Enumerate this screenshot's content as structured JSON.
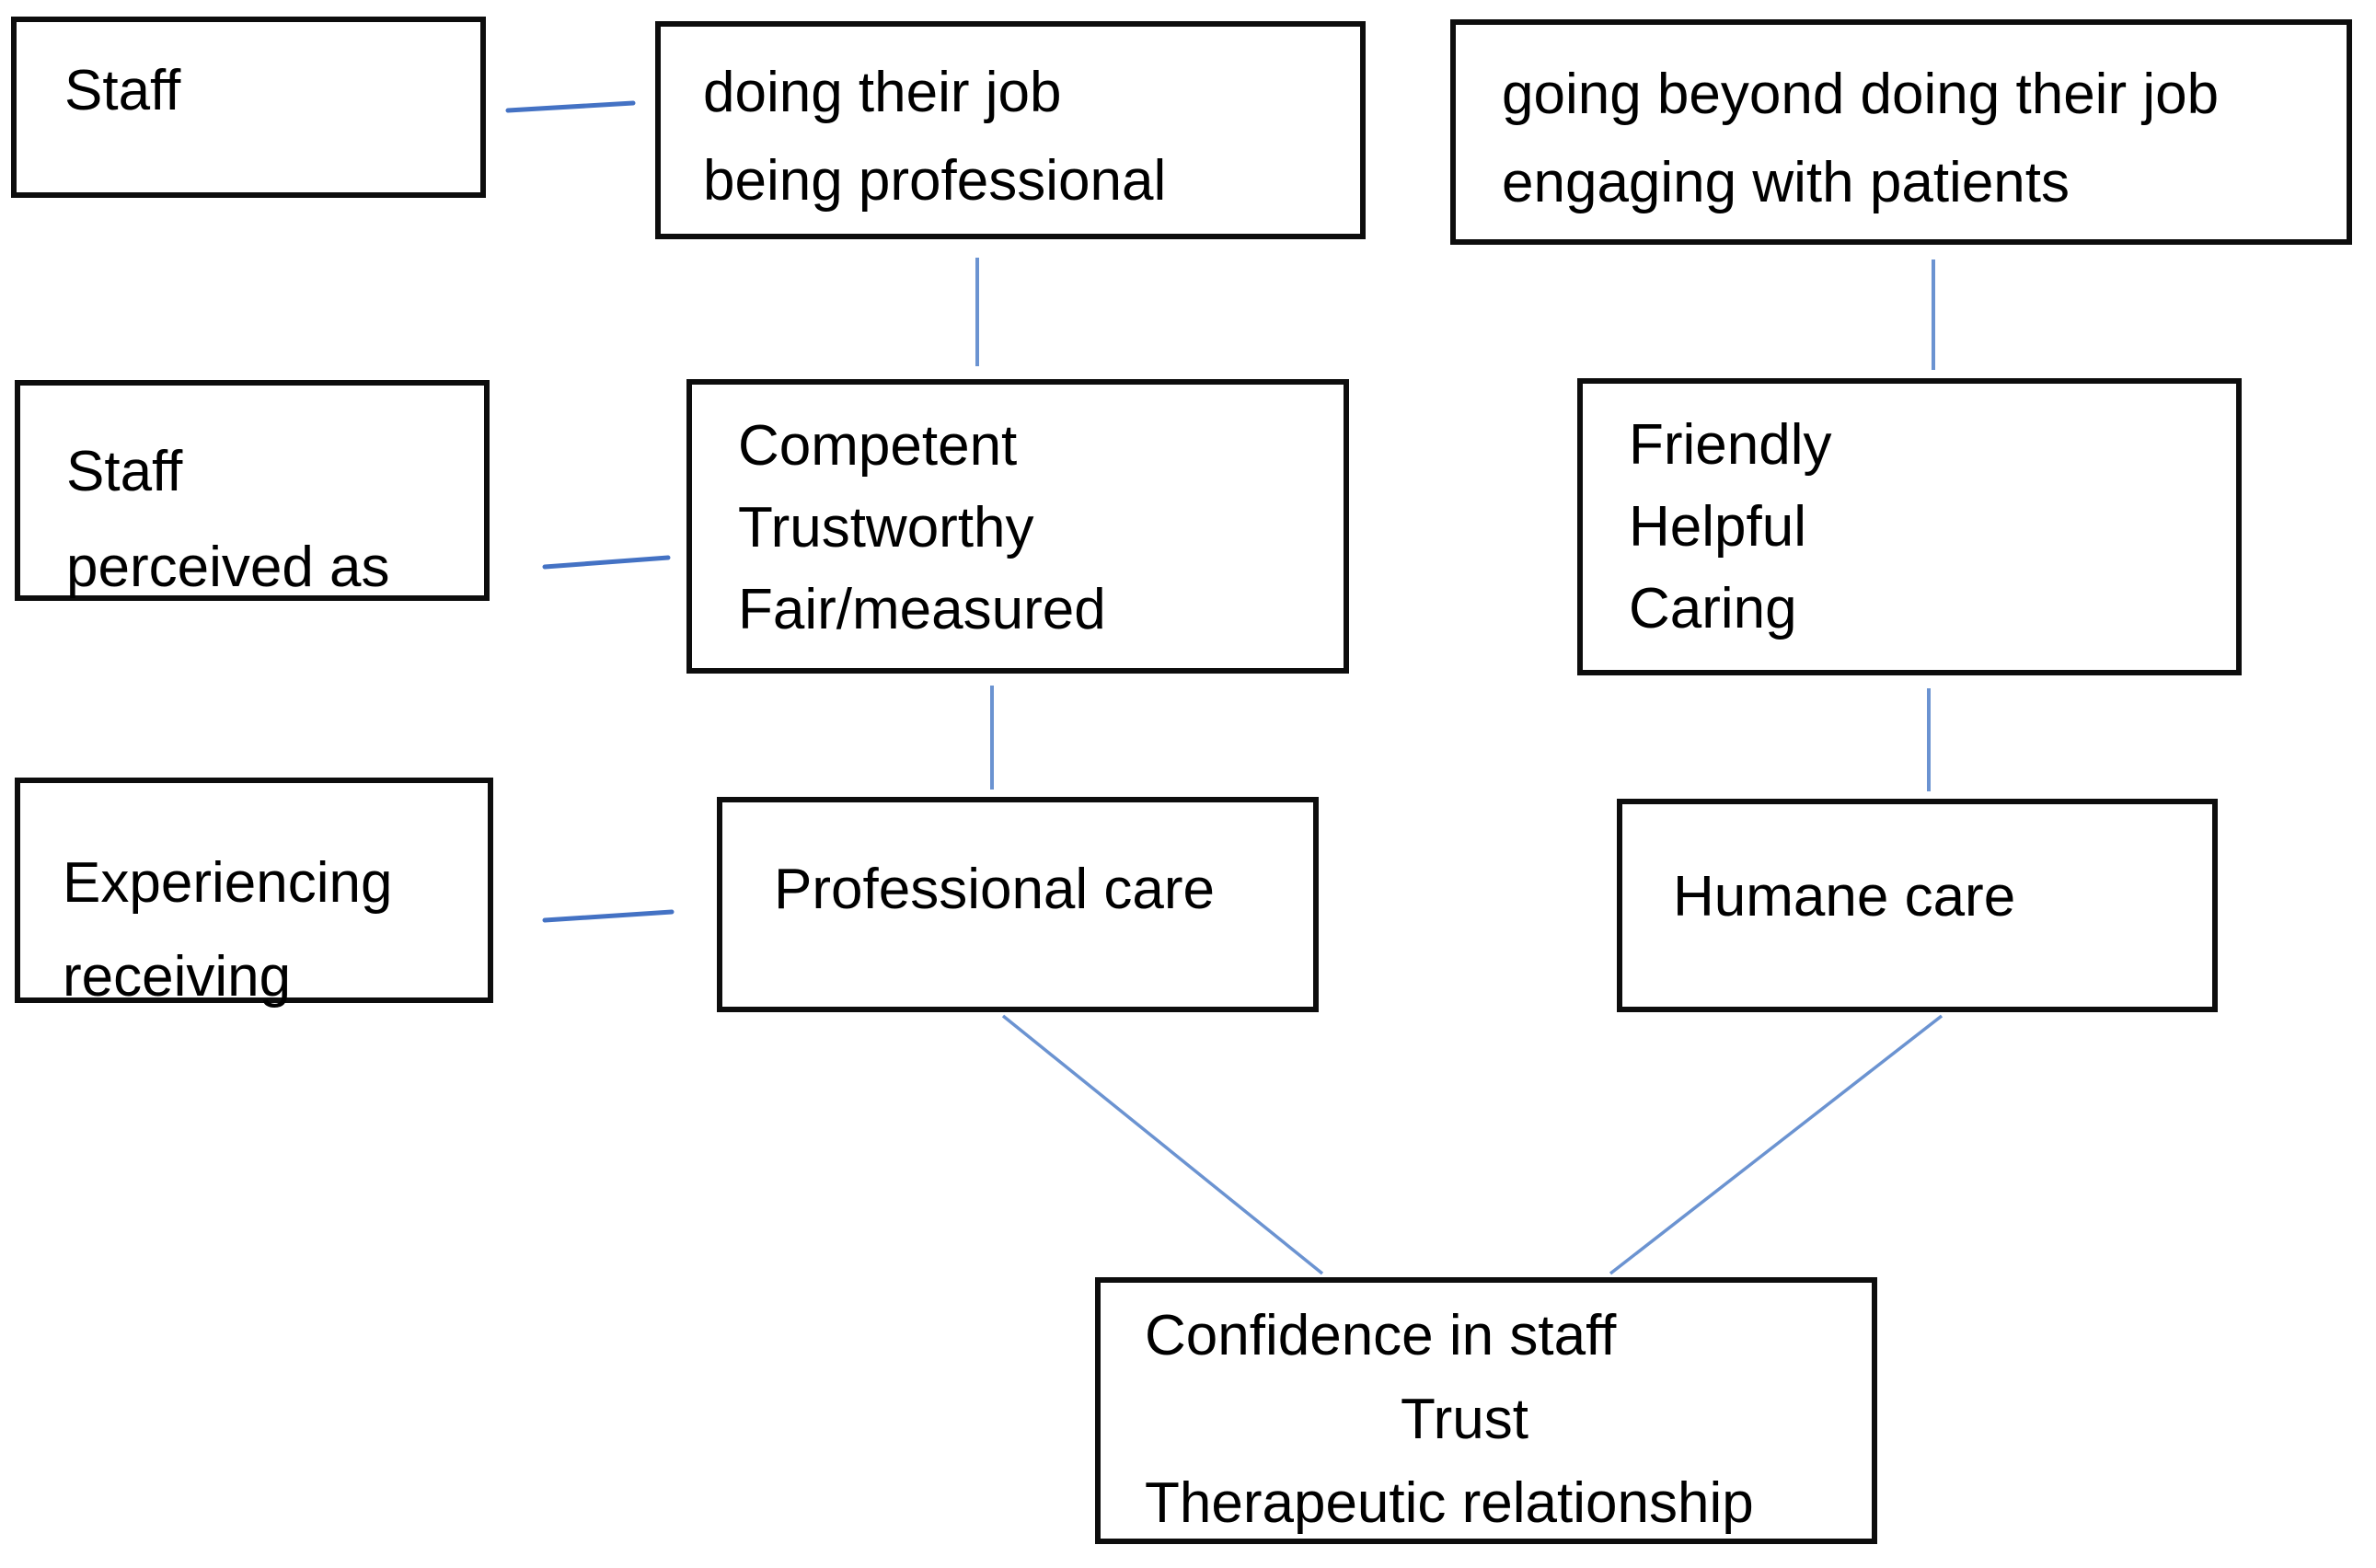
{
  "diagram": {
    "colors": {
      "background": "#ffffff",
      "box_border": "#0d0d0d",
      "text": "#000000",
      "connector_dark": "#4472c4",
      "connector_light": "#6b93d1"
    },
    "boxes": [
      {
        "id": "staff",
        "lines": [
          "Staff"
        ]
      },
      {
        "id": "doing-their-job",
        "lines": [
          "doing their job",
          "being professional"
        ]
      },
      {
        "id": "going-beyond",
        "lines": [
          "going beyond doing their job",
          "engaging with patients"
        ]
      },
      {
        "id": "staff-perceived-as",
        "lines": [
          "Staff",
          "perceived as"
        ]
      },
      {
        "id": "competent",
        "lines": [
          "Competent",
          "Trustworthy",
          "Fair/measured"
        ]
      },
      {
        "id": "friendly",
        "lines": [
          "Friendly",
          "Helpful",
          "Caring"
        ]
      },
      {
        "id": "experiencing-receiving",
        "lines": [
          "Experiencing",
          "receiving"
        ]
      },
      {
        "id": "professional-care",
        "lines": [
          "Professional care"
        ]
      },
      {
        "id": "humane-care",
        "lines": [
          "Humane care"
        ]
      },
      {
        "id": "confidence-trust",
        "lines": [
          "Confidence in staff",
          "Trust",
          "Therapeutic relationship"
        ]
      }
    ],
    "edges": [
      {
        "from": "staff",
        "to": "doing-their-job"
      },
      {
        "from": "doing-their-job",
        "to": "competent"
      },
      {
        "from": "going-beyond",
        "to": "friendly"
      },
      {
        "from": "staff-perceived-as",
        "to": "competent"
      },
      {
        "from": "competent",
        "to": "professional-care"
      },
      {
        "from": "friendly",
        "to": "humane-care"
      },
      {
        "from": "experiencing-receiving",
        "to": "professional-care"
      },
      {
        "from": "professional-care",
        "to": "confidence-trust"
      },
      {
        "from": "humane-care",
        "to": "confidence-trust"
      }
    ]
  }
}
